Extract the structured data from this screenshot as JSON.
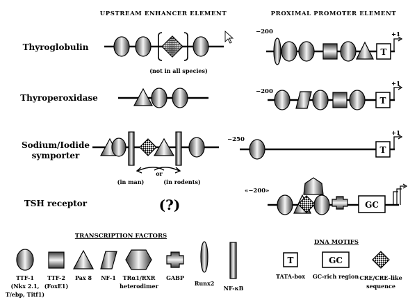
{
  "headers": {
    "upstream": "UPSTREAM ENHANCER ELEMENT",
    "proximal": "PROXIMAL PROMOTER ELEMENT"
  },
  "genes": {
    "thyroglobulin": "Thyroglobulin",
    "thyroperoxidase": "Thyroperoxidase",
    "nis_1": "Sodium/Iodide",
    "nis_2": "symporter",
    "tshr": "TSH receptor"
  },
  "annotations": {
    "not_all_species": "(not in all species)",
    "or": "or",
    "in_man": "(in man)",
    "in_rodents": "(in rodents)",
    "unknown": "(?)",
    "pos_minus200": "−200",
    "pos_minus250": "−250",
    "pos_approx200": "«−200»",
    "pos_plus1": "+1",
    "tata": "T",
    "gc": "GC"
  },
  "legend": {
    "tf_title": "TRANSCRIPTION FACTORS",
    "dna_title": "DNA MOTIFS",
    "ttf1": [
      "TTF-1",
      "(Nkx 2.1,",
      "T/ebp, Titf1)"
    ],
    "ttf2": [
      "TTF-2",
      "(FoxE1)"
    ],
    "pax8": "Pax 8",
    "nf1": "NF-1",
    "trxr": [
      "TRα1/RXR",
      "heterodimer"
    ],
    "gabp": "GABP",
    "runx2": "Runx2",
    "nfkb": "NF-κB",
    "tatabox": "TATA-box",
    "gcrich": "GC-rich region",
    "cre": [
      "CRE/CRE-like",
      "sequence"
    ],
    "tata_glyph": "T",
    "gc_glyph": "GC"
  },
  "colors": {
    "shape_dark": "#4a4a4a",
    "shape_light": "#f2f2f2",
    "line": "#000000"
  }
}
